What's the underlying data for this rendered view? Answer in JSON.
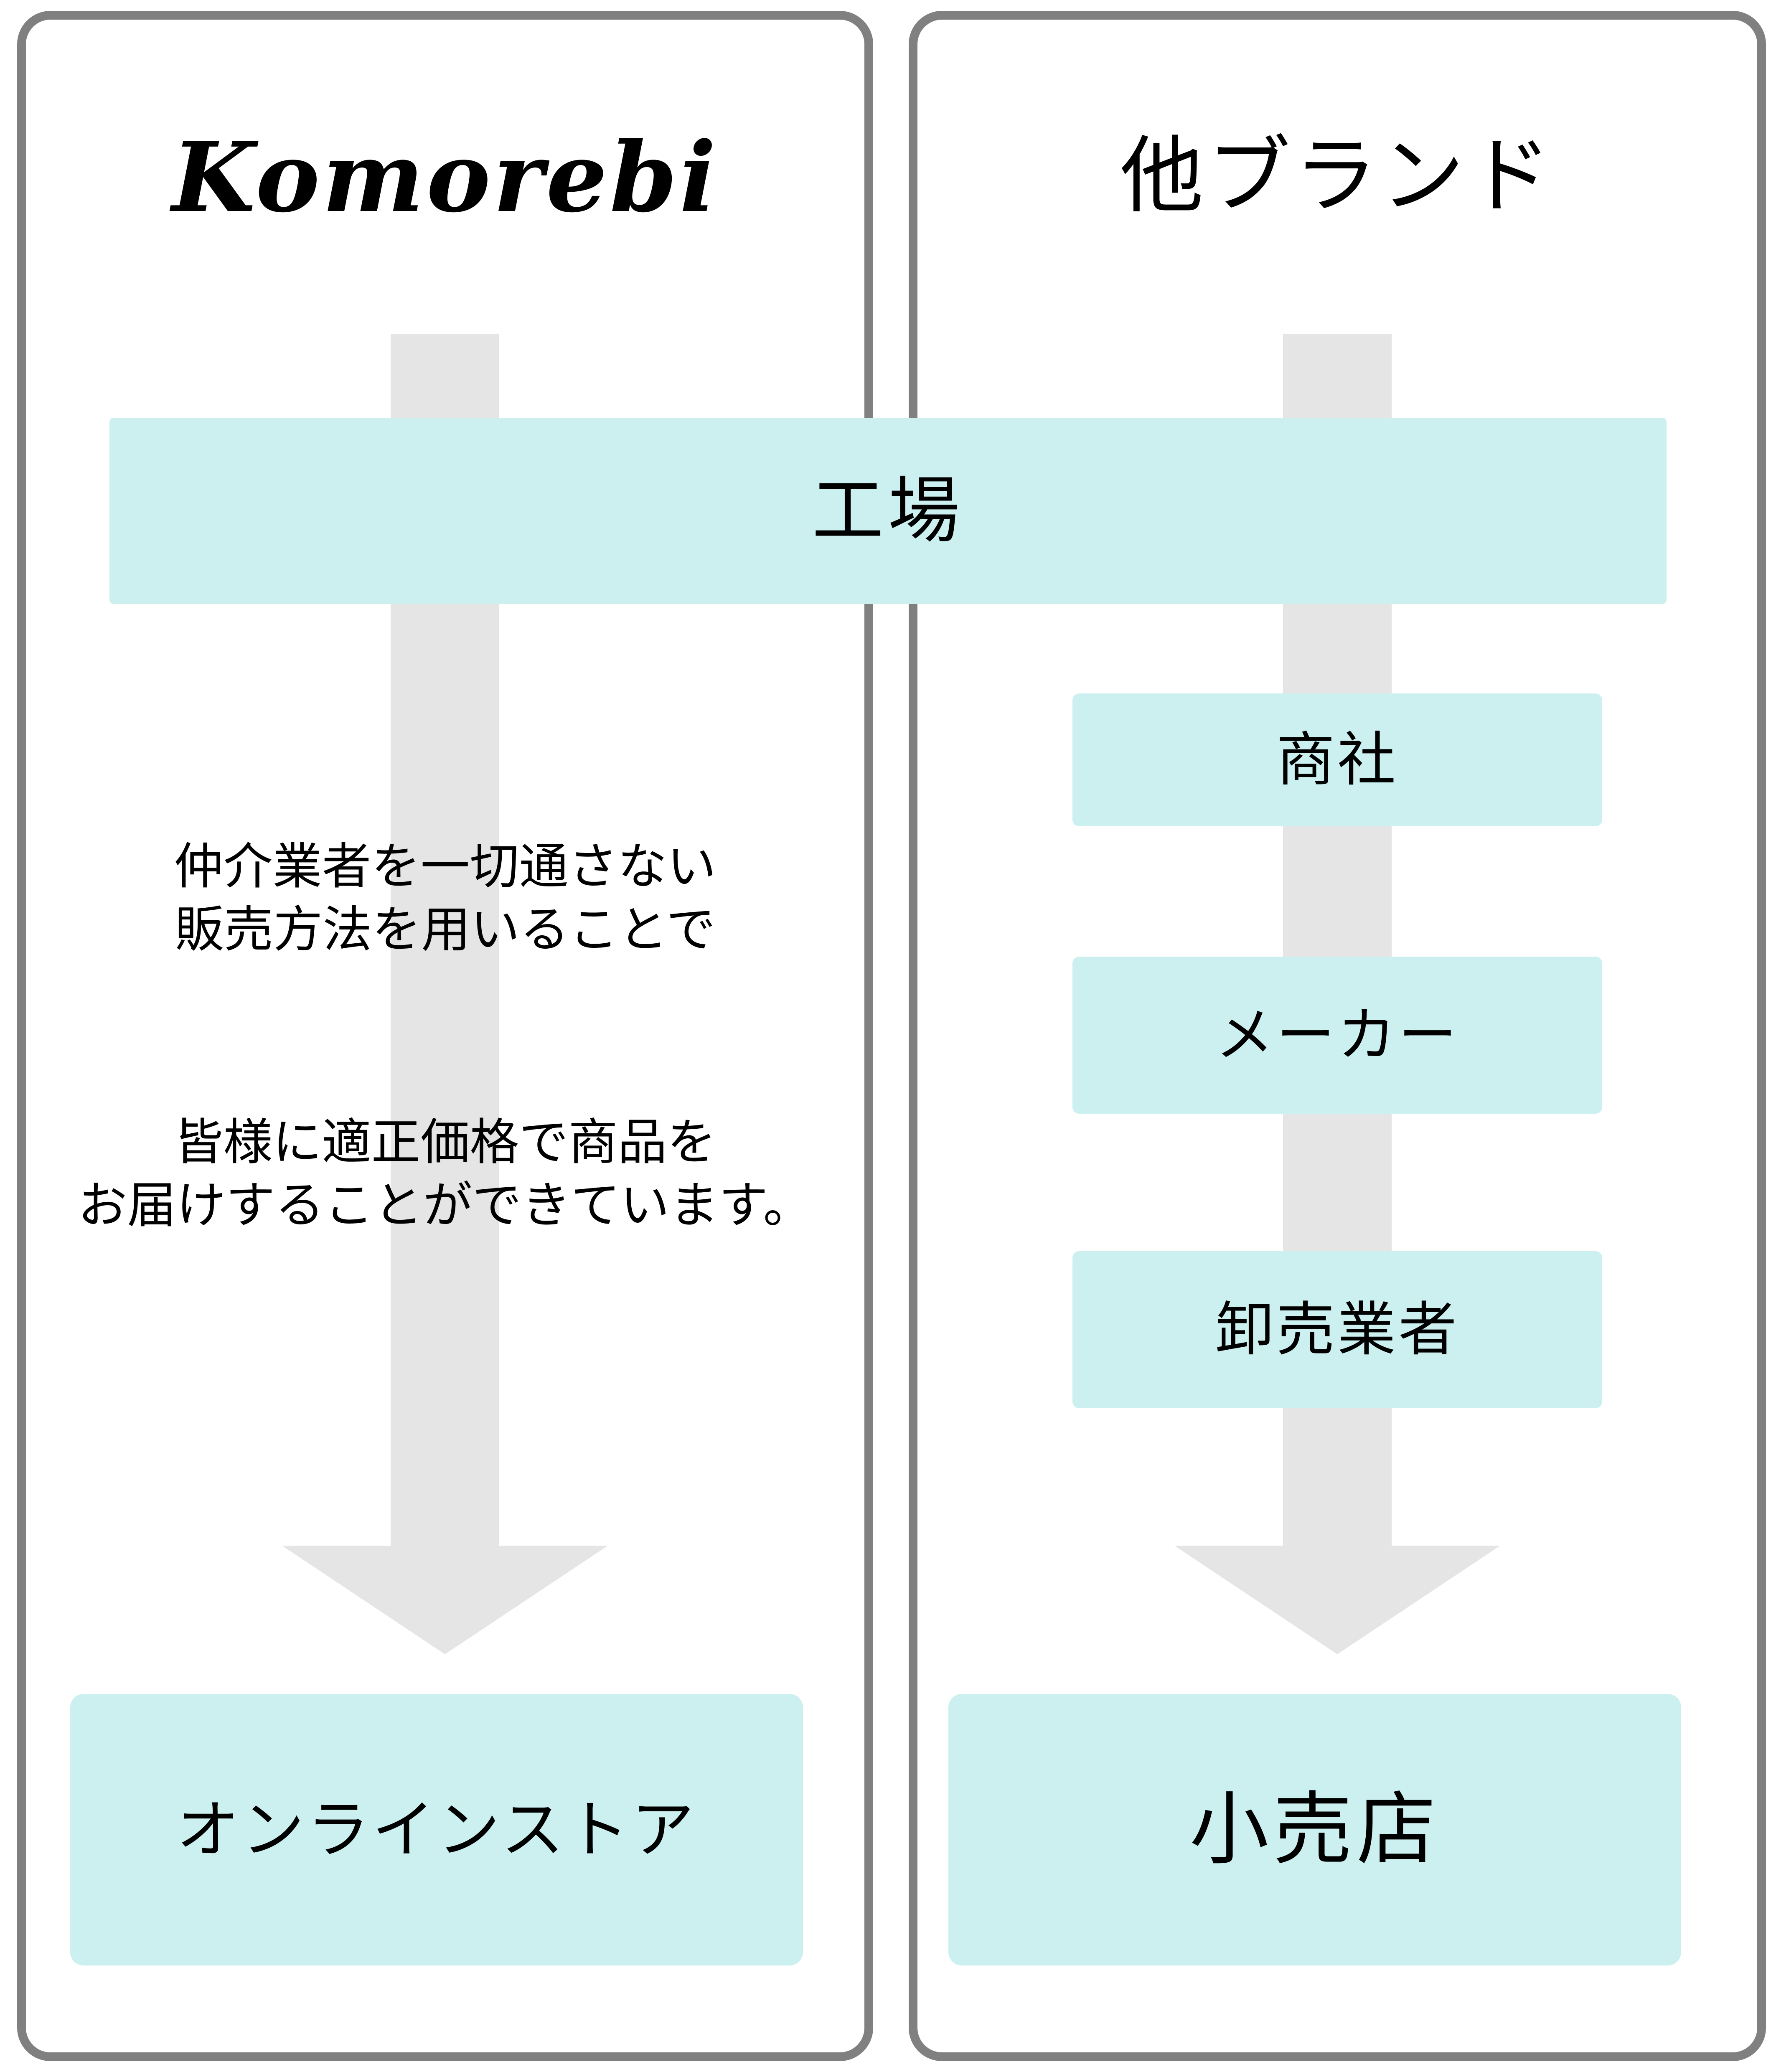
{
  "diagram": {
    "type": "comparison-flow",
    "accent_color": "#CCF0F0",
    "arrow_color": "#E5E5E5",
    "panel_border_color": "#808080",
    "text_color": "#000000"
  },
  "left_panel": {
    "title": "Komorebi",
    "shared_node": "工場",
    "notes": [
      "仲介業者を一切通さない\n販売方法を用いることで",
      "皆様に適正価格で商品を\nお届けすることができています。"
    ],
    "terminal_node": "オンラインストア",
    "intermediaries": []
  },
  "right_panel": {
    "title": "他ブランド",
    "shared_node": "工場",
    "intermediaries": [
      "商社",
      "メーカー",
      "卸売業者"
    ],
    "terminal_node": "小売店"
  },
  "flow_chain": {
    "komorebi": [
      "工場",
      "オンラインストア"
    ],
    "other_brands": [
      "工場",
      "商社",
      "メーカー",
      "卸売業者",
      "小売店"
    ]
  }
}
